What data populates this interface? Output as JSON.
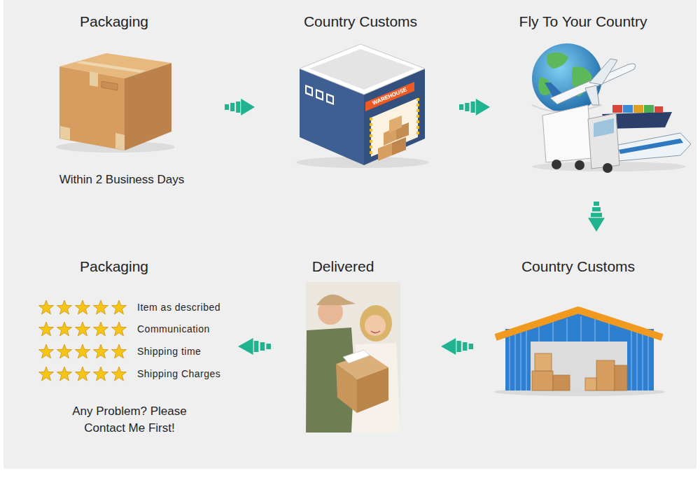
{
  "diagram": {
    "nodes": [
      {
        "text": [
          "Packaging",
          "Within 2 Business Days"
        ]
      },
      {
        "text": [
          "Country Customs"
        ]
      },
      {
        "text": [
          "Fly To Your Country"
        ]
      },
      {
        "text": [
          "Country Customs"
        ]
      },
      {
        "text": [
          "Delivered"
        ]
      },
      {
        "text": [
          "Packaging",
          "Item as described",
          "Communication",
          "Shipping time",
          "Shipping Charges",
          "Any Problem? Please Contact Me First!"
        ]
      }
    ],
    "edges": [
      {
        "from": 0,
        "to": 1,
        "arrow": "to"
      },
      {
        "from": 1,
        "to": 2,
        "arrow": "to"
      },
      {
        "from": 2,
        "to": 3,
        "arrow": "to"
      },
      {
        "from": 3,
        "to": 4,
        "arrow": "to"
      },
      {
        "from": 4,
        "to": 5,
        "arrow": "to"
      }
    ],
    "labels": [
      "WAREHOUSE"
    ]
  }
}
